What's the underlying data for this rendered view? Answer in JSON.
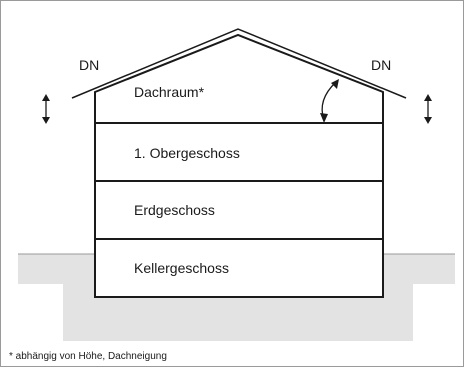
{
  "roof": {
    "left_label": "DN",
    "right_label": "DN"
  },
  "floors": [
    {
      "label": "Dachraum*"
    },
    {
      "label": "1. Obergeschoss"
    },
    {
      "label": "Erdgeschoss"
    },
    {
      "label": "Kellergeschoss"
    }
  ],
  "footnote": "* abhängig von Höhe, Dachneigung",
  "colors": {
    "line": "#1a1a1a",
    "ground": "#e3e3e3",
    "frame": "#9a9a9a"
  }
}
